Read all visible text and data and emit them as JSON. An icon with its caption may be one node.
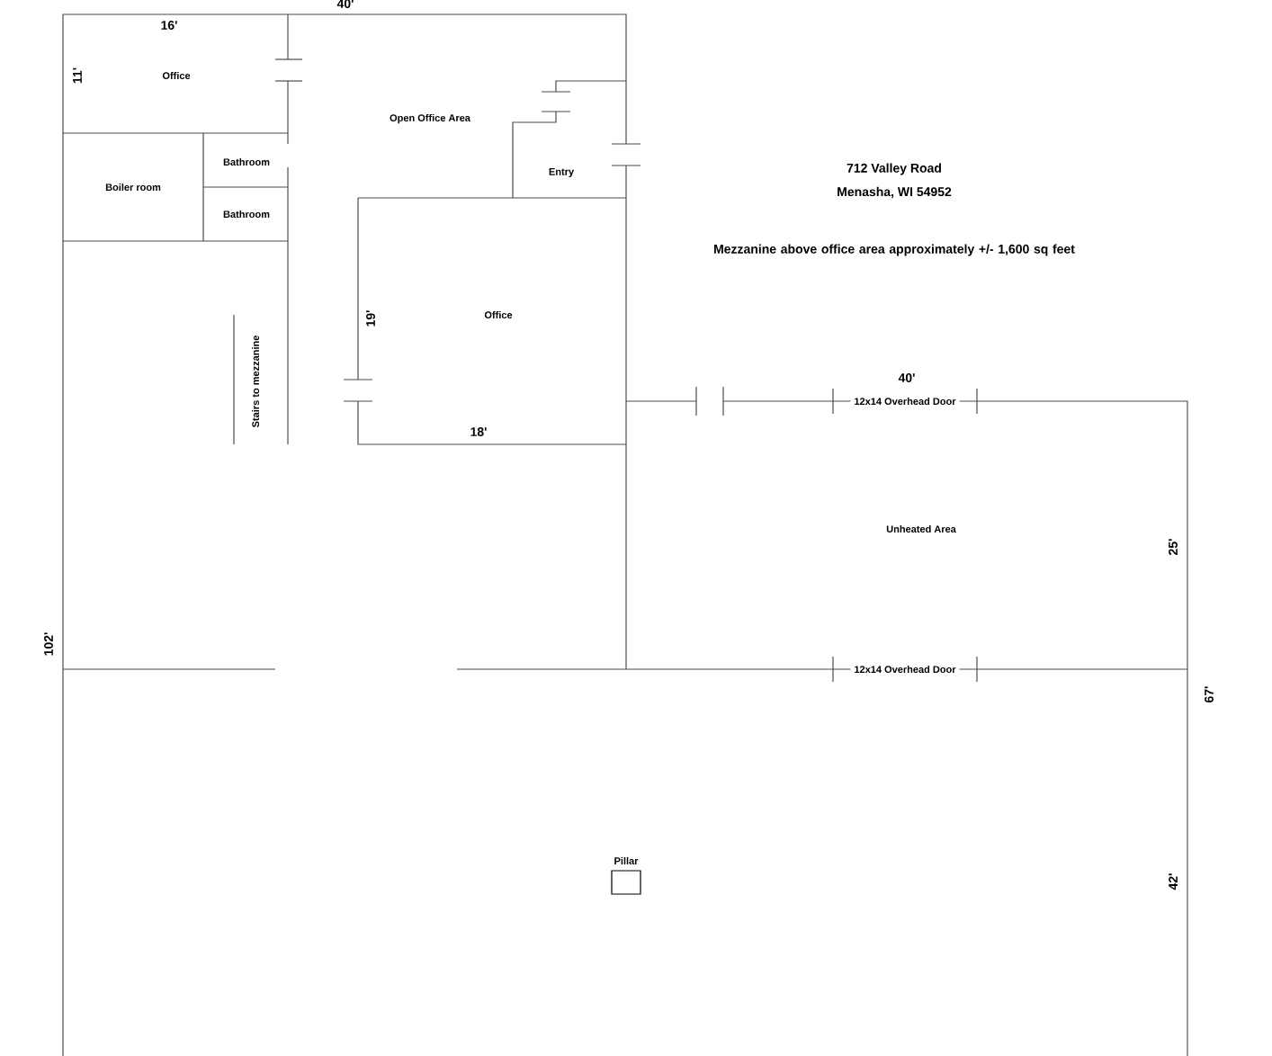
{
  "diagram": {
    "nodes": [
      {
        "text": [],
        "shape": "box",
        "beside": [
          "Pillar"
        ]
      }
    ],
    "labels": [
      "40'",
      "16'",
      "11'",
      "Office",
      "Open Office Area",
      "Bathroom",
      "Boiler room",
      "Entry",
      "Bathroom",
      "712 Valley Road",
      "Menasha, WI 54952",
      "Mezzanine above office area approximately +/- 1,600 sq feet",
      "Stairs to mezzanine",
      "19'",
      "Office",
      "40'",
      "12x14 Overhead Door",
      "18'",
      "Unheated Area",
      "25'",
      "102'",
      "12x14 Overhead Door",
      "67'",
      "42'"
    ]
  }
}
